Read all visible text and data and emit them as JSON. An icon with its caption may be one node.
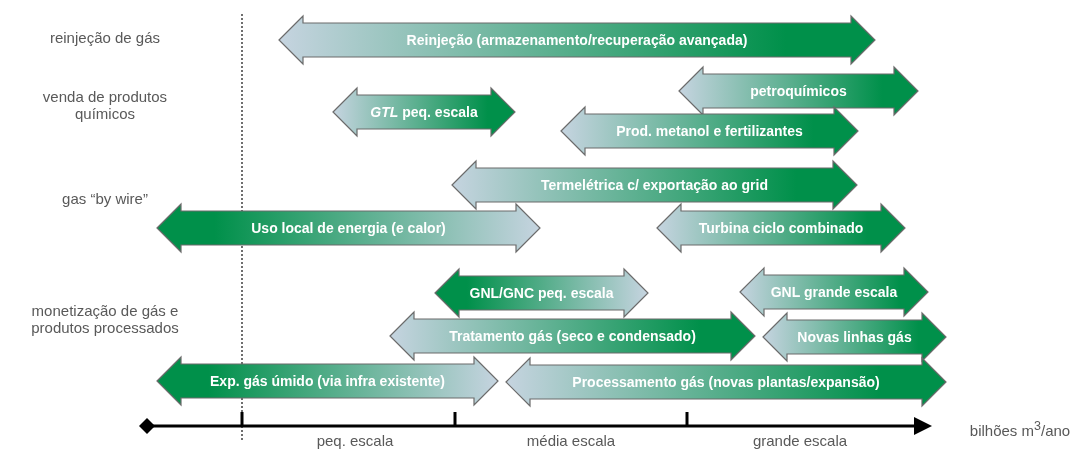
{
  "diagram": {
    "nodes": [
      {
        "text": [
          "Reinjeção (armazenamento/recuperação avançada)"
        ]
      },
      {
        "text": [
          "petroquímicos"
        ]
      },
      {
        "text": [
          "*GTL* peq. escala"
        ]
      },
      {
        "text": [
          "Prod. metanol e fertilizantes"
        ]
      },
      {
        "text": [
          "Termelétrica c/ exportação ao grid"
        ]
      },
      {
        "text": [
          "Uso local de energia (e calor)"
        ]
      },
      {
        "text": [
          "Turbina ciclo combinado"
        ]
      },
      {
        "text": [
          "GNL/GNC peq. escala"
        ]
      },
      {
        "text": [
          "GNL grande escala"
        ]
      },
      {
        "text": [
          "Tratamento gás (seco e condensado)"
        ]
      },
      {
        "text": [
          "Novas linhas gás"
        ]
      },
      {
        "text": [
          "Exp. gás úmido (via infra existente)"
        ]
      },
      {
        "text": [
          "Processamento gás (novas plantas/expansão)"
        ]
      }
    ],
    "labels": [
      "reinjeção de gás",
      "venda de produtos químicos",
      "gas “by wire”",
      "monetização de gás e produtos processados",
      "bilhões m$^{3}$/ano",
      "peq. escala",
      "média escala",
      "grande escala"
    ]
  }
}
